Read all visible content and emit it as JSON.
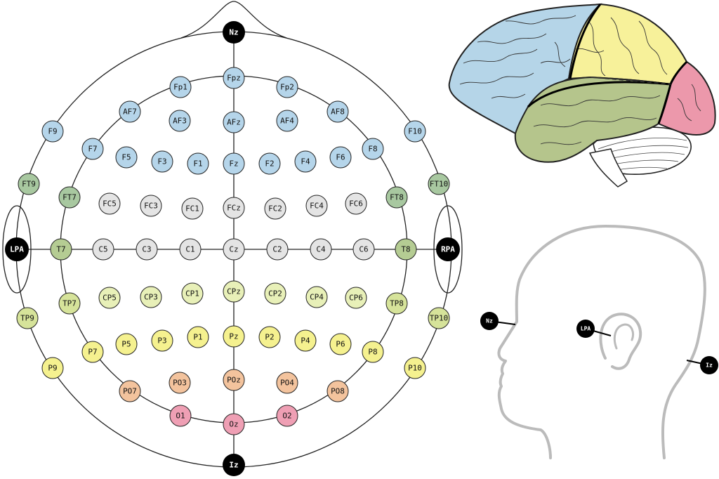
{
  "colors": {
    "frontal": "#b5d5ea",
    "frontocentral_light": "#e4e4e4",
    "temporal_dark": "#a8c8a0",
    "central": "#e4e4e4",
    "temporal_mid": "#b5cc93",
    "centroparietal": "#e8f0b8",
    "tp": "#d6e39a",
    "parietal": "#f5f18f",
    "parietooccipital": "#f3c39d",
    "occipital": "#ef9fb4",
    "fiducial": "#000000",
    "brain_frontal": "#b5d5e8",
    "brain_parietal": "#f7f19a",
    "brain_temporal": "#b5c58c",
    "brain_occipital": "#ec98ab",
    "head_outline": "#bbbbbb"
  },
  "fiducials": {
    "nz": "Nz",
    "iz": "Iz",
    "lpa": "LPA",
    "rpa": "RPA"
  },
  "side_view": {
    "nz": "Nz",
    "lpa": "LPA",
    "iz": "Iz"
  },
  "electrodes": [
    {
      "id": "Fpz",
      "region": "frontal"
    },
    {
      "id": "Fp1",
      "region": "frontal"
    },
    {
      "id": "Fp2",
      "region": "frontal"
    },
    {
      "id": "AF7",
      "region": "frontal"
    },
    {
      "id": "AF3",
      "region": "frontal"
    },
    {
      "id": "AFz",
      "region": "frontal"
    },
    {
      "id": "AF4",
      "region": "frontal"
    },
    {
      "id": "AF8",
      "region": "frontal"
    },
    {
      "id": "F9",
      "region": "frontal"
    },
    {
      "id": "F10",
      "region": "frontal"
    },
    {
      "id": "F7",
      "region": "frontal"
    },
    {
      "id": "F5",
      "region": "frontal"
    },
    {
      "id": "F3",
      "region": "frontal"
    },
    {
      "id": "F1",
      "region": "frontal"
    },
    {
      "id": "Fz",
      "region": "frontal"
    },
    {
      "id": "F2",
      "region": "frontal"
    },
    {
      "id": "F4",
      "region": "frontal"
    },
    {
      "id": "F6",
      "region": "frontal"
    },
    {
      "id": "F8",
      "region": "frontal"
    },
    {
      "id": "FT9",
      "region": "temporal_dark"
    },
    {
      "id": "FT10",
      "region": "temporal_dark"
    },
    {
      "id": "FT7",
      "region": "temporal_dark"
    },
    {
      "id": "FC5",
      "region": "frontocentral_light"
    },
    {
      "id": "FC3",
      "region": "frontocentral_light"
    },
    {
      "id": "FC1",
      "region": "frontocentral_light"
    },
    {
      "id": "FCz",
      "region": "frontocentral_light"
    },
    {
      "id": "FC2",
      "region": "frontocentral_light"
    },
    {
      "id": "FC4",
      "region": "frontocentral_light"
    },
    {
      "id": "FC6",
      "region": "frontocentral_light"
    },
    {
      "id": "FT8",
      "region": "temporal_dark"
    },
    {
      "id": "T7",
      "region": "temporal_mid"
    },
    {
      "id": "C5",
      "region": "central"
    },
    {
      "id": "C3",
      "region": "central"
    },
    {
      "id": "C1",
      "region": "central"
    },
    {
      "id": "Cz",
      "region": "central"
    },
    {
      "id": "C2",
      "region": "central"
    },
    {
      "id": "C4",
      "region": "central"
    },
    {
      "id": "C6",
      "region": "central"
    },
    {
      "id": "T8",
      "region": "temporal_mid"
    },
    {
      "id": "TP9",
      "region": "tp"
    },
    {
      "id": "TP10",
      "region": "tp"
    },
    {
      "id": "TP7",
      "region": "tp"
    },
    {
      "id": "CP5",
      "region": "centroparietal"
    },
    {
      "id": "CP3",
      "region": "centroparietal"
    },
    {
      "id": "CP1",
      "region": "centroparietal"
    },
    {
      "id": "CPz",
      "region": "centroparietal"
    },
    {
      "id": "CP2",
      "region": "centroparietal"
    },
    {
      "id": "CP4",
      "region": "centroparietal"
    },
    {
      "id": "CP6",
      "region": "centroparietal"
    },
    {
      "id": "TP8",
      "region": "tp"
    },
    {
      "id": "P9",
      "region": "parietal"
    },
    {
      "id": "P10",
      "region": "parietal"
    },
    {
      "id": "P7",
      "region": "parietal"
    },
    {
      "id": "P5",
      "region": "parietal"
    },
    {
      "id": "P3",
      "region": "parietal"
    },
    {
      "id": "P1",
      "region": "parietal"
    },
    {
      "id": "Pz",
      "region": "parietal"
    },
    {
      "id": "P2",
      "region": "parietal"
    },
    {
      "id": "P4",
      "region": "parietal"
    },
    {
      "id": "P6",
      "region": "parietal"
    },
    {
      "id": "P8",
      "region": "parietal"
    },
    {
      "id": "PO7",
      "region": "parietooccipital"
    },
    {
      "id": "PO3",
      "region": "parietooccipital"
    },
    {
      "id": "POz",
      "region": "parietooccipital"
    },
    {
      "id": "PO4",
      "region": "parietooccipital"
    },
    {
      "id": "PO8",
      "region": "parietooccipital"
    },
    {
      "id": "O1",
      "region": "occipital"
    },
    {
      "id": "Oz",
      "region": "occipital"
    },
    {
      "id": "O2",
      "region": "occipital"
    }
  ]
}
